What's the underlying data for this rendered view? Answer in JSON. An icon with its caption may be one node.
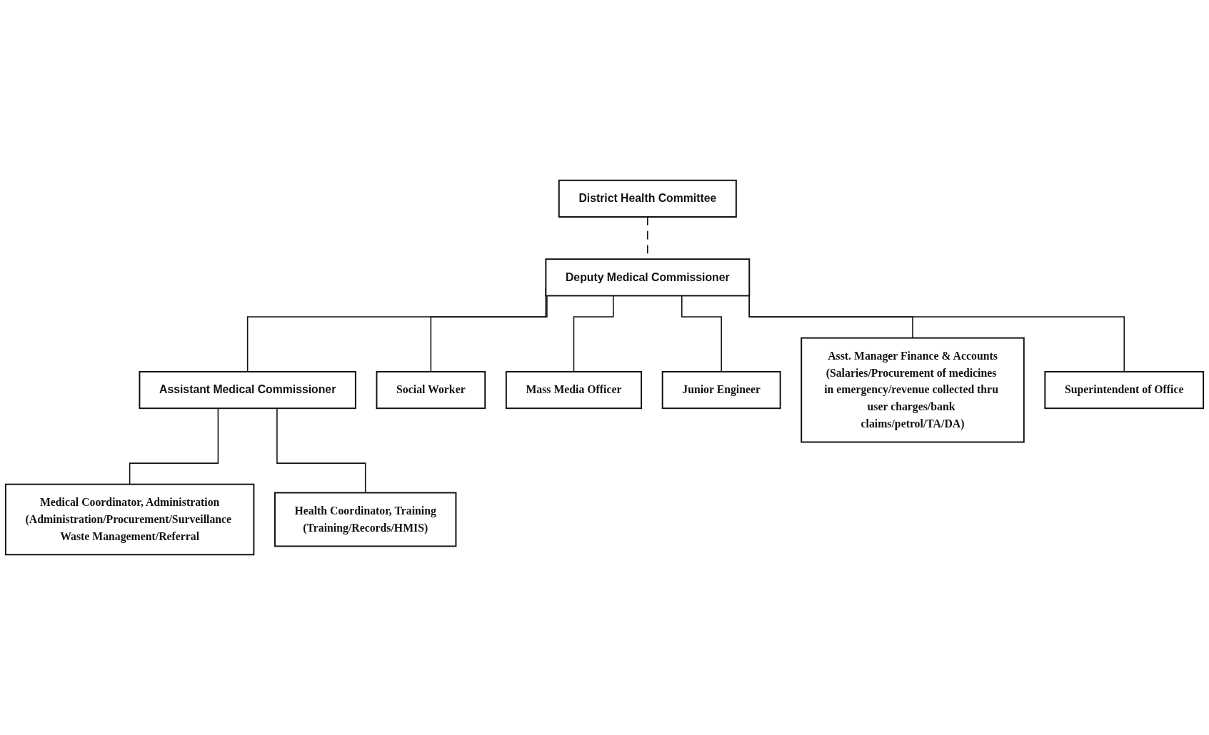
{
  "diagram": {
    "nodes": [
      {
        "text": [
          "District Health Committee"
        ]
      },
      {
        "text": [
          "Deputy Medical Commissioner"
        ]
      },
      {
        "text": [
          "Assistant Medical Commissioner"
        ]
      },
      {
        "text": [
          "Medical Coordinator, Administration",
          "(Administration/Procurement/Surveillance Waste Management/Referral"
        ]
      },
      {
        "text": [
          "Health Coordinator, Training",
          "(Training/Records/HMIS)"
        ]
      },
      {
        "text": [
          "Social Worker"
        ]
      },
      {
        "text": [
          "Mass Media Officer"
        ]
      },
      {
        "text": [
          "Junior Engineer"
        ]
      },
      {
        "text": [
          "Asst. Manager Finance & Accounts",
          "(Salaries/Procurement of medicines in emergency/revenue collected thru user charges/bank claims/petrol/TA/DA)"
        ]
      },
      {
        "text": [
          "Superintendent of Office"
        ]
      }
    ],
    "edges": [
      {
        "from": 0,
        "to": 1,
        "arrow": "none",
        "style": "dashed"
      },
      {
        "from": 1,
        "to": 2,
        "arrow": "none"
      },
      {
        "from": 2,
        "to": 3,
        "arrow": "none"
      },
      {
        "from": 2,
        "to": 4,
        "arrow": "none"
      },
      {
        "from": 1,
        "to": 5,
        "arrow": "none"
      },
      {
        "from": 1,
        "to": 6,
        "arrow": "none"
      },
      {
        "from": 1,
        "to": 7,
        "arrow": "none"
      },
      {
        "from": 1,
        "to": 8,
        "arrow": "none"
      },
      {
        "from": 1,
        "to": 9,
        "arrow": "none"
      }
    ]
  }
}
